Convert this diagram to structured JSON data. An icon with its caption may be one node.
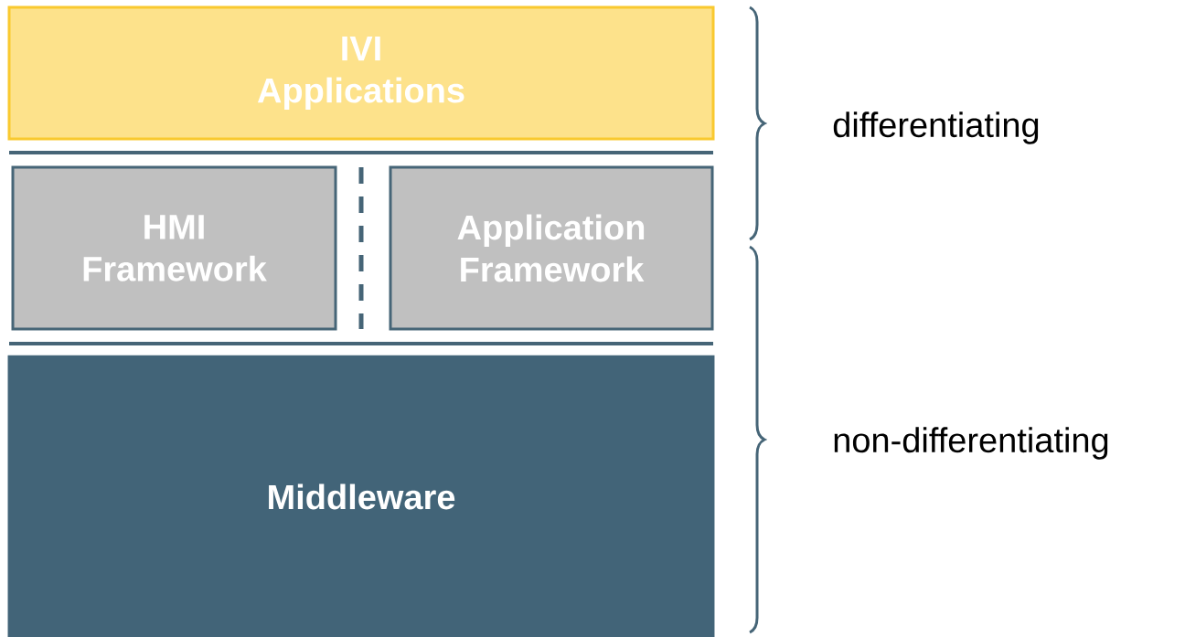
{
  "diagram": {
    "nodes": [
      {
        "text": [
          "IVI Applications"
        ]
      },
      {
        "text": [
          "HMI Framework"
        ]
      },
      {
        "text": [
          "Application Framework"
        ]
      },
      {
        "text": [
          "Middleware"
        ]
      }
    ],
    "labels": [
      "differentiating",
      "non-differentiating"
    ]
  }
}
